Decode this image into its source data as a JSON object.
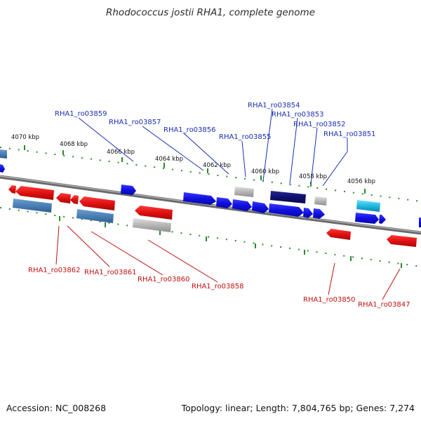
{
  "title": "Rhodococcus jostii RHA1, complete genome",
  "footer": {
    "accession": "Accession: NC_008268",
    "topology": "Topology: linear; Length: 7,804,765 bp; Genes: 7,274"
  },
  "scale_labels": [
    "4070 kbp",
    "4068 kbp",
    "4066 kbp",
    "4064 kbp",
    "4062 kbp",
    "4060 kbp",
    "4058 kbp",
    "4056 kbp"
  ],
  "gene_labels_top": [
    "RHA1_ro03859",
    "RHA1_ro03857",
    "RHA1_ro03856",
    "RHA1_ro03855",
    "RHA1_ro03854",
    "RHA1_ro03853",
    "RHA1_ro03852",
    "RHA1_ro03851"
  ],
  "gene_labels_bottom": [
    "RHA1_ro03862",
    "RHA1_ro03861",
    "RHA1_ro03860",
    "RHA1_ro03858",
    "RHA1_ro03850",
    "RHA1_ro03847"
  ],
  "colors": {
    "forward_gene": "#1010e0",
    "reverse_gene": "#e01010",
    "steel_gene": "#4a7fb5",
    "grey_gene": "#b5b5b5",
    "navy_gene": "#101070",
    "cyan_gene": "#20b8e0",
    "backbone": "#808080",
    "scale_ticks": "#2a8a2a"
  }
}
